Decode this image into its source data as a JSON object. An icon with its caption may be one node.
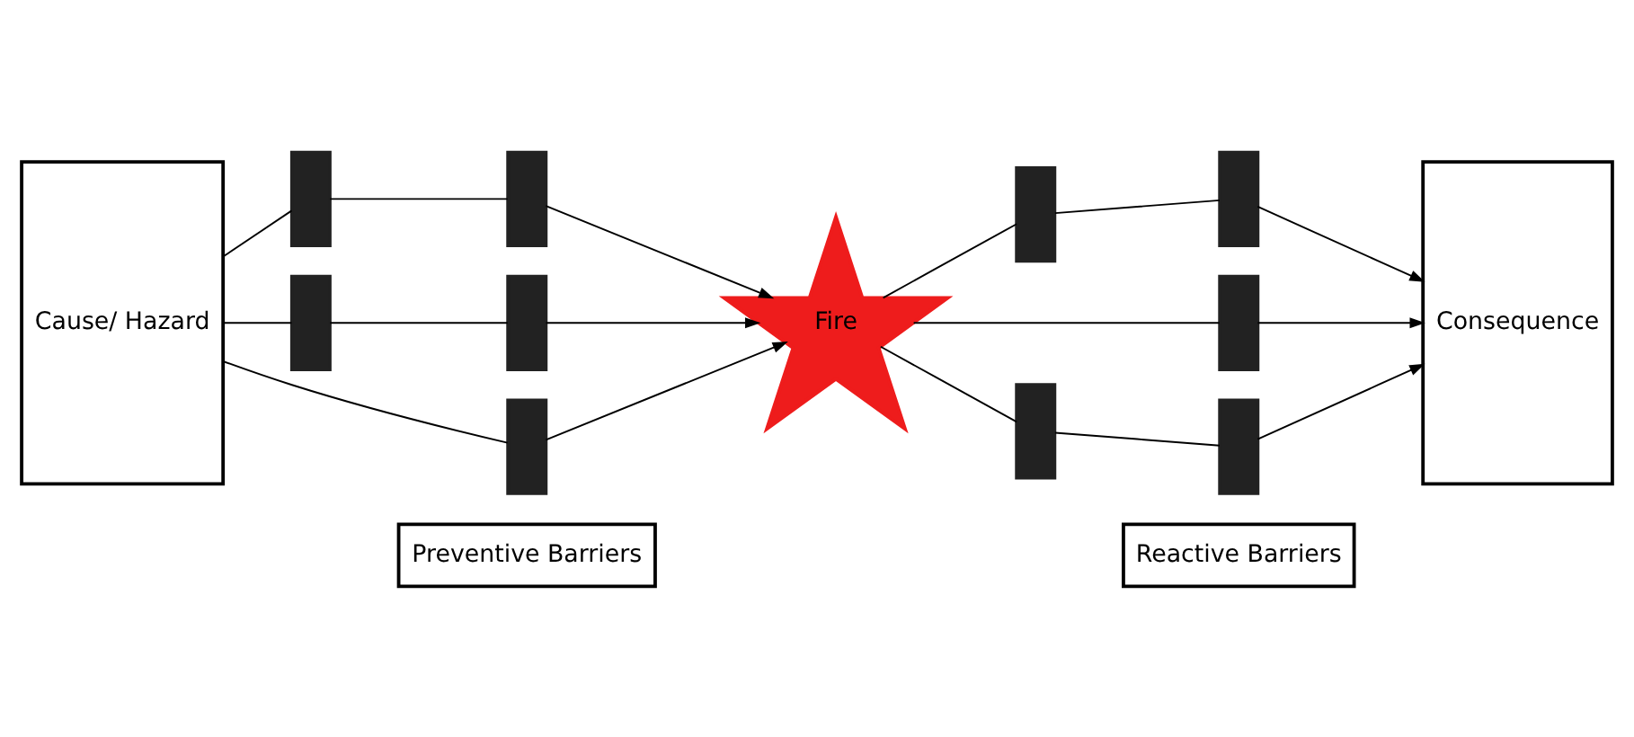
{
  "diagram": {
    "nodes": [
      {
        "text": [
          "Preventive Barriers"
        ]
      },
      {
        "text": [
          "Reactive Barriers"
        ]
      },
      {
        "text": [
          "Cause/ Hazard"
        ]
      },
      {
        "text": [
          "Fire"
        ]
      },
      {
        "text": [
          "Consequence"
        ]
      },
      {
        "text": [],
        "shape": "bar"
      },
      {
        "text": [],
        "shape": "bar"
      },
      {
        "text": [],
        "shape": "bar"
      },
      {
        "text": [],
        "shape": "bar"
      },
      {
        "text": [],
        "shape": "bar"
      },
      {
        "text": [],
        "shape": "bar"
      },
      {
        "text": [],
        "shape": "bar"
      },
      {
        "text": [],
        "shape": "bar"
      },
      {
        "text": [],
        "shape": "bar"
      },
      {
        "text": [],
        "shape": "bar"
      }
    ],
    "edges": [
      {
        "from": 2,
        "to": 5,
        "arrow": "none"
      },
      {
        "from": 5,
        "to": 7,
        "arrow": "none"
      },
      {
        "from": 7,
        "to": 3,
        "arrow": "to"
      },
      {
        "from": 2,
        "to": 9,
        "arrow": "none"
      },
      {
        "from": 9,
        "to": 3,
        "arrow": "to"
      },
      {
        "from": 2,
        "to": 6,
        "arrow": "none"
      },
      {
        "from": 6,
        "to": 8,
        "arrow": "none"
      },
      {
        "from": 8,
        "to": 3,
        "arrow": "to"
      },
      {
        "from": 3,
        "to": 11,
        "arrow": "none"
      },
      {
        "from": 11,
        "to": 4,
        "arrow": "to"
      },
      {
        "from": 3,
        "to": 12,
        "arrow": "none"
      },
      {
        "from": 12,
        "to": 13,
        "arrow": "none"
      },
      {
        "from": 13,
        "to": 4,
        "arrow": "to"
      },
      {
        "from": 3,
        "to": 10,
        "arrow": "none"
      },
      {
        "from": 10,
        "to": 14,
        "arrow": "none"
      },
      {
        "from": 14,
        "to": 4,
        "arrow": "to"
      }
    ]
  }
}
